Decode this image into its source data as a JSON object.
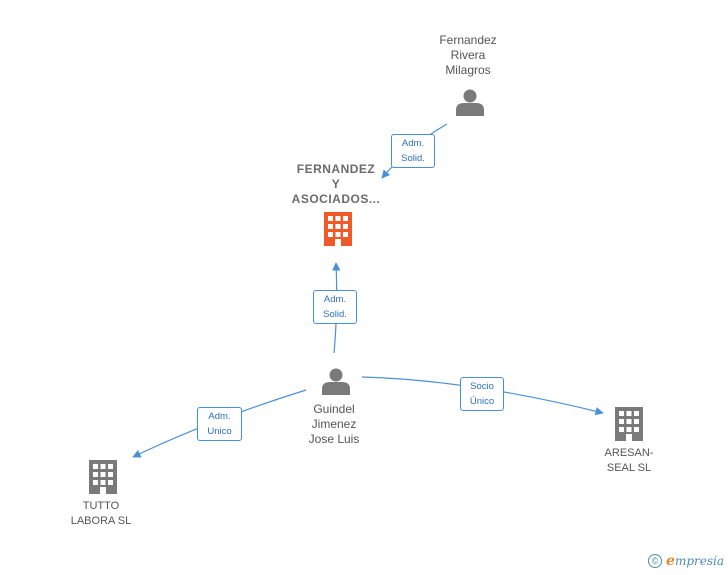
{
  "nodes": {
    "fernandez_rivera": {
      "lines": [
        "Fernandez",
        "Rivera",
        "Milagros"
      ],
      "icon": "person-icon"
    },
    "fernandez_asociados": {
      "lines": [
        "FERNANDEZ",
        "Y",
        "ASOCIADOS..."
      ],
      "icon": "building-icon",
      "color": "#f05a28"
    },
    "guindel": {
      "lines": [
        "Guindel",
        "Jimenez",
        "Jose Luis"
      ],
      "icon": "person-icon"
    },
    "tutto": {
      "lines": [
        "TUTTO",
        "LABORA SL"
      ],
      "icon": "building-icon"
    },
    "aresan": {
      "lines": [
        "ARESAN-",
        "SEAL SL"
      ],
      "icon": "building-icon"
    }
  },
  "relations": [
    {
      "id": "rel-1",
      "lines": [
        "Adm.",
        "Solid."
      ]
    },
    {
      "id": "rel-2",
      "lines": [
        "Adm.",
        "Solid."
      ]
    },
    {
      "id": "rel-3",
      "lines": [
        "Adm.",
        "Unico"
      ]
    },
    {
      "id": "rel-4",
      "lines": [
        "Socio",
        "Único"
      ]
    }
  ],
  "footer": {
    "copyright": "©",
    "brand_first": "e",
    "brand_rest": "mpresia"
  },
  "colors": {
    "edge": "#4a90d9",
    "node_gray": "#7a7a7a",
    "focus": "#f05a28"
  }
}
